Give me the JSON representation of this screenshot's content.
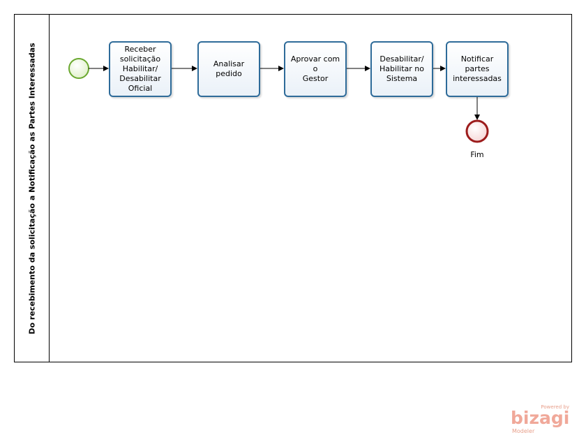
{
  "pool": {
    "title": "Do recebimento da solicitação a Notificação as Partes Interessadas"
  },
  "tasks": [
    {
      "label": "Receber\nsolicitação\nHabilitar/\nDesabilitar\nOficial"
    },
    {
      "label": "Analisar\npedido"
    },
    {
      "label": "Aprovar com o\nGestor"
    },
    {
      "label": "Desabilitar/\nHabilitar no\nSistema"
    },
    {
      "label": "Notificar\npartes\ninteressadas"
    }
  ],
  "end_event": {
    "label": "Fim"
  },
  "watermark": {
    "powered": "Powered by",
    "brand": "bizagi",
    "product": "Modeler"
  },
  "colors": {
    "task_border": "#2e6b99",
    "start_border": "#6aa82f",
    "end_border": "#9c1c1c",
    "brand": "#f0a899"
  }
}
